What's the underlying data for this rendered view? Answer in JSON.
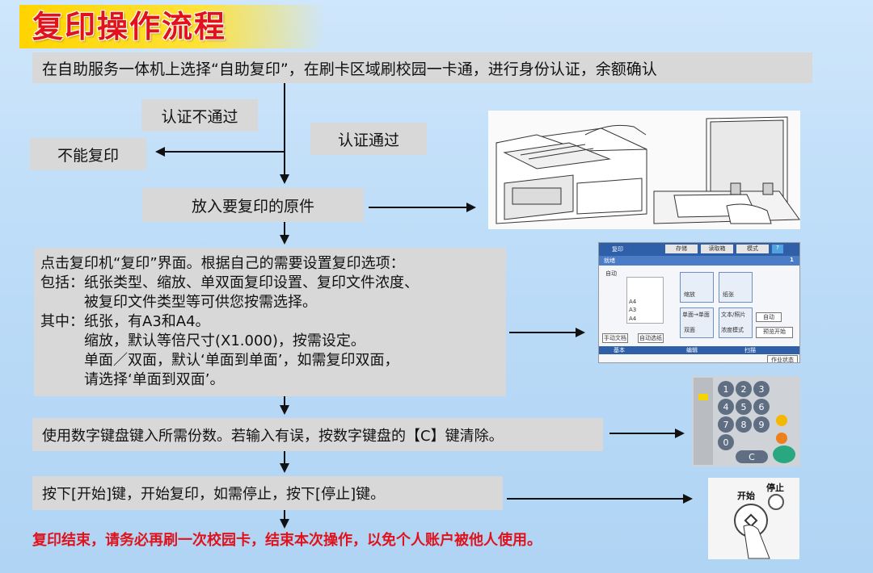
{
  "title": "复印操作流程",
  "steps": {
    "step1": "在自助服务一体机上选择“自助复印”，在刷卡区域刷校园一卡通，进行身份认证，余额确认",
    "auth_fail": "认证不通过",
    "auth_pass": "认证通过",
    "cannot_copy": "不能复印",
    "step2": "放入要复印的原件",
    "step3_lines": [
      "点击复印机“复印”界面。根据自己的需要设置复印选项：",
      "包括：纸张类型、缩放、单双面复印设置、复印文件浓度、",
      "　　　被复印文件类型等可供您按需选择。",
      "其中：纸张，有A3和A4。",
      "　　　缩放，默认等倍尺寸(X1.000)，按需设定。",
      "　　　单面／双面，默认‘单面到单面’，如需复印双面，",
      "　　　请选择‘单面到双面’。"
    ],
    "step4": "使用数字键盘键入所需份数。若输入有误，按数字键盘的【C】键清除。",
    "step5": "按下[开始]键，开始复印，如需停止，按下[停止]键。",
    "final_note": "复印结束，请务必再刷一次校园卡，结束本次操作，以免个人账户被他人使用。"
  },
  "screen_ui": {
    "title": "复印",
    "status": "就绪",
    "tabs": [
      "存储",
      "读取箱",
      "模式",
      "?"
    ],
    "paper": [
      "A4",
      "A3",
      "A4"
    ],
    "buttons": [
      "缩放",
      "纸张",
      "单面→单面",
      "文本/照片",
      "双面",
      "浓度模式",
      "自动",
      "预览开始",
      "手动文档",
      "自动选纸",
      "作业状态"
    ],
    "bottom_tabs": [
      "基本",
      "编辑",
      "扫描"
    ],
    "count": "1",
    "auto": "自动"
  },
  "keypad": {
    "keys": [
      "1",
      "2",
      "3",
      "4",
      "5",
      "6",
      "7",
      "8",
      "9",
      "0",
      "C"
    ]
  },
  "button_panel": {
    "start": "开始",
    "stop": "停止"
  },
  "colors": {
    "title_red": "#e1121b",
    "title_yellow": "#ffd400",
    "box_gray": "#d8d8d8",
    "background": "#bcdcf8"
  }
}
